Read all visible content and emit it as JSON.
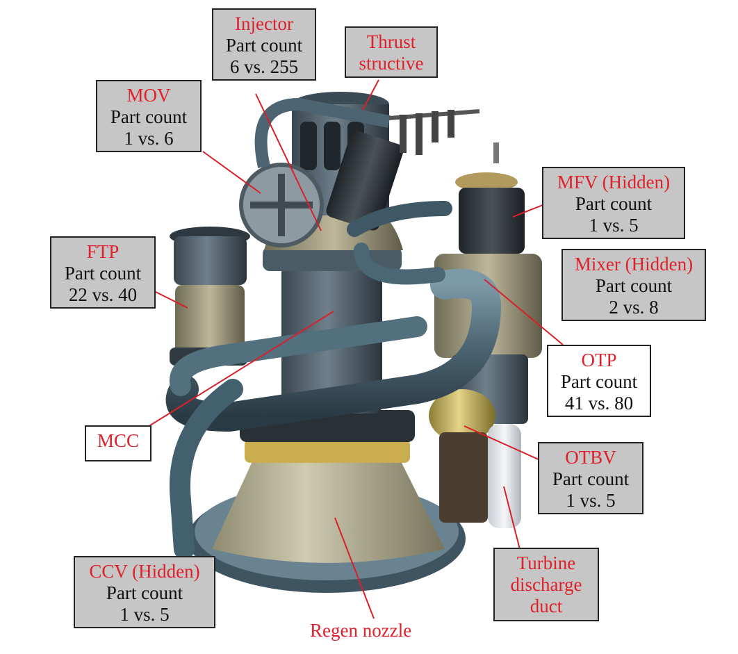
{
  "callouts": {
    "injector": {
      "name": "Injector",
      "line1": "Part count",
      "line2": "6 vs. 255"
    },
    "thrust": {
      "name1": "Thrust",
      "name2": "structive"
    },
    "mov": {
      "name": "MOV",
      "line1": "Part count",
      "line2": "1 vs. 6"
    },
    "mfv": {
      "name": "MFV (Hidden)",
      "line1": "Part count",
      "line2": "1 vs. 5"
    },
    "ftp": {
      "name": "FTP",
      "line1": "Part count",
      "line2": "22 vs. 40"
    },
    "mixer": {
      "name": "Mixer (Hidden)",
      "line1": "Part count",
      "line2": "2 vs. 8"
    },
    "otp": {
      "name": "OTP",
      "line1": "Part count",
      "line2": "41 vs. 80"
    },
    "mcc": {
      "name": "MCC"
    },
    "otbv": {
      "name": "OTBV",
      "line1": "Part count",
      "line2": "1 vs. 5"
    },
    "turbine": {
      "name1": "Turbine",
      "name2": "discharge",
      "name3": "duct"
    },
    "ccv": {
      "name": "CCV (Hidden)",
      "line1": "Part count",
      "line2": "1 vs. 5"
    },
    "regen": {
      "name": "Regen nozzle"
    }
  },
  "colors": {
    "label_red": "#e0202a",
    "box_gray": "#c6c6c6",
    "leader_red": "#d8202a"
  }
}
